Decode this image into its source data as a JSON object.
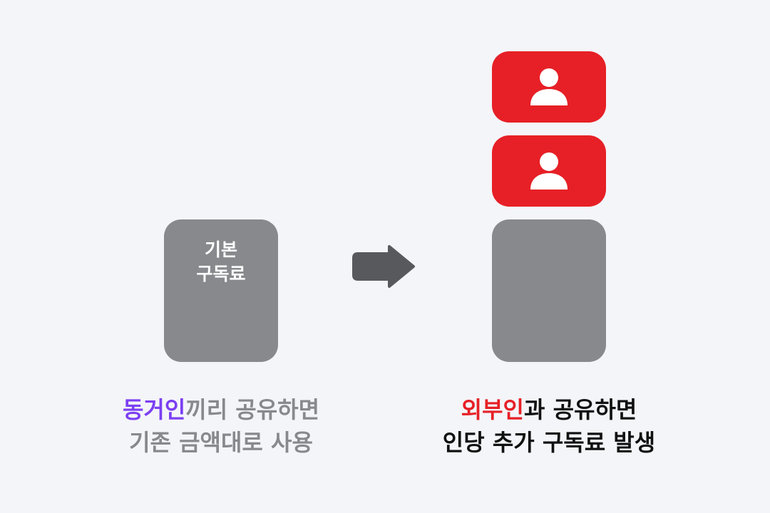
{
  "colors": {
    "background": "#f4f5f9",
    "block_gray": "#88898d",
    "block_red": "#e62026",
    "arrow": "#58595d",
    "highlight_purple": "#7c3ff2",
    "highlight_red": "#e62026"
  },
  "left": {
    "block_label": "기본\n구독료",
    "caption": {
      "highlight": "동거인",
      "line1_rest": "끼리 공유하면",
      "line2": "기존 금액대로 사용"
    }
  },
  "arrow": {
    "icon": "right-arrow-icon"
  },
  "right": {
    "stack": {
      "added_users": [
        {
          "icon": "user-icon"
        },
        {
          "icon": "user-icon"
        }
      ]
    },
    "caption": {
      "highlight": "외부인",
      "line1_rest": "과 공유하면",
      "line2": "인당 추가 구독료 발생"
    }
  }
}
